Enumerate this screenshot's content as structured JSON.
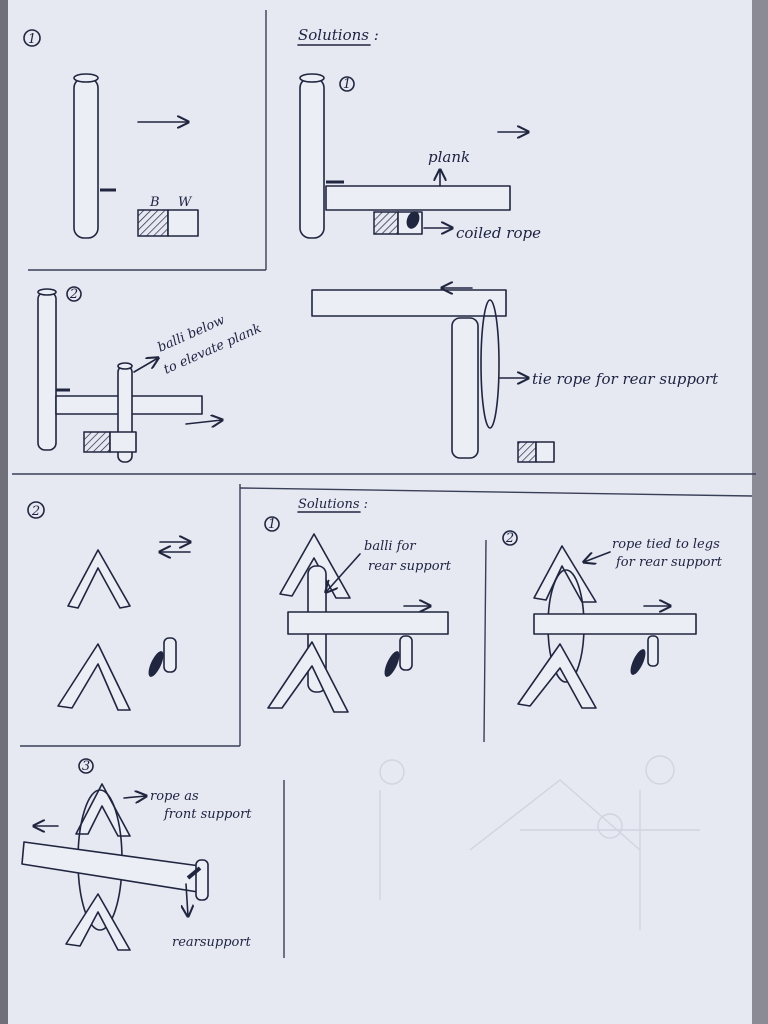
{
  "colors": {
    "paper": "#e6e8f2",
    "ink": "#20263f",
    "background": "#6f707a"
  },
  "problem1": {
    "number": "1",
    "box_labels": [
      "B",
      "W"
    ]
  },
  "solutions1": {
    "title": "Solutions :",
    "step1": {
      "number": "1",
      "plank_label": "plank",
      "coiled_label": "coiled rope"
    },
    "step2": {
      "number": "2",
      "balli_label_line1": "balli below",
      "balli_label_line2": "to elevate plank"
    },
    "step3": {
      "tie_label": "tie rope for rear support"
    }
  },
  "problem2": {
    "number": "2"
  },
  "solutions2": {
    "title": "Solutions :",
    "step1": {
      "number": "1",
      "label_line1": "balli for",
      "label_line2": "rear support"
    },
    "step2": {
      "number": "2",
      "label_line1": "rope tied to legs",
      "label_line2": "for rear support"
    },
    "step3": {
      "number": "3",
      "front_line1": "rope as",
      "front_line2": "front support",
      "rear_label": "rearsupport"
    }
  }
}
